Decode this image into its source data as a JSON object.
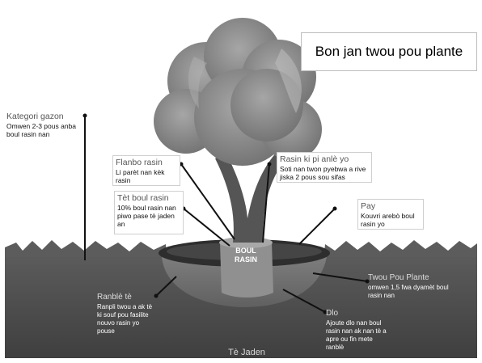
{
  "title": "Bon jan twou pou plante",
  "root_ball_label": "BOUL RASIN",
  "ground_label": "Tè Jaden",
  "callouts": {
    "kategori_gazon": {
      "heading": "Kategori gazon",
      "body": "Omwen 2-3 pous anba boul rasin nan"
    },
    "flanbo_rasin": {
      "heading": "Flanbo rasin",
      "body": "Li parèt nan kèk rasin"
    },
    "rasin_ki_pi_anle": {
      "heading": "Rasin ki pi anlè yo",
      "body": "Soti nan twon pyebwa a rive jiska 2 pous sou sifas"
    },
    "tet_boul_rasin": {
      "heading": "Tèt boul rasin",
      "body": "10% boul rasin nan piwo pase tè jaden an"
    },
    "pay": {
      "heading": "Pay",
      "body": "Kouvri arebò boul rasin yo"
    },
    "twou_pou_plante": {
      "heading": "Twou Pou Plante",
      "body": "omwen 1,5 fwa dyamèt boul rasin nan"
    },
    "ranble_te": {
      "heading": "Ranblè tè",
      "body": "Ranpli twou a ak tè ki souf pou fasilite nouvo rasin yo pouse"
    },
    "dlo": {
      "heading": "Dlo",
      "body": "Ajoute dlo nan boul rasin nan ak nan tè a apre ou fin mete ranblè"
    }
  },
  "colors": {
    "sky": "#ffffff",
    "grass": "#555555",
    "soil": "#4a4a4a",
    "hole": "#6f6f6f",
    "mulch": "#2f2f2f",
    "canopy": "#8a8a8a",
    "trunk": "#5b5b5b",
    "root_ball": "#9b9b9b"
  }
}
